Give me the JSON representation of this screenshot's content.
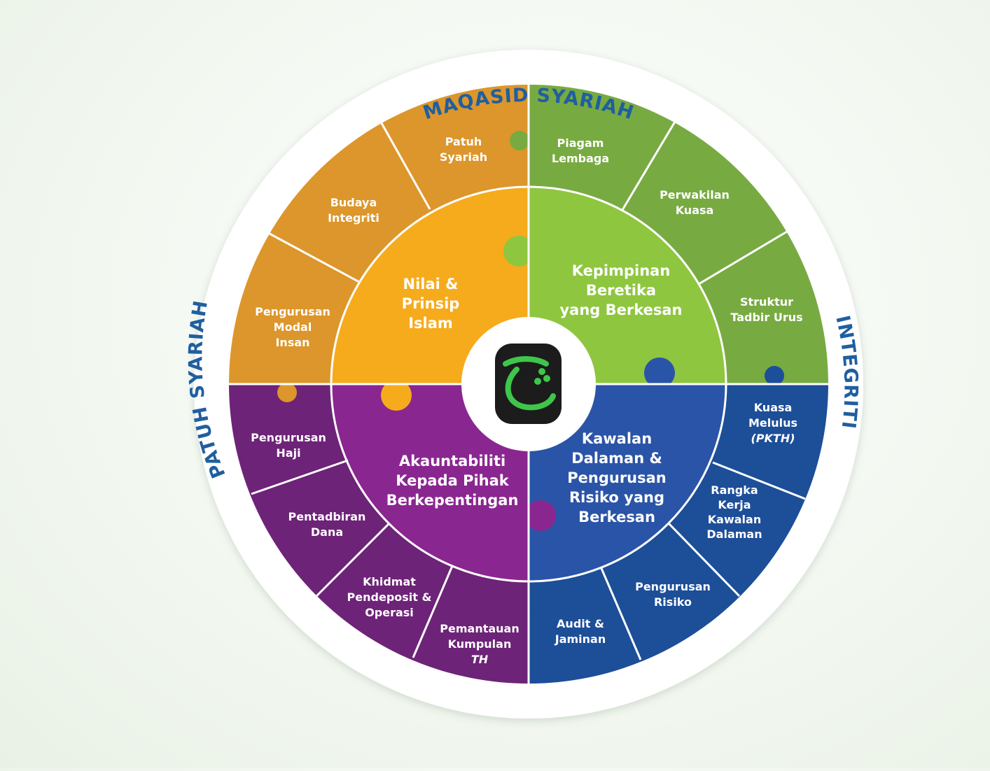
{
  "ring_labels": {
    "top": "MAQASID  SYARIAH",
    "left": "PATUH SYARIAH",
    "right": "INTEGRITI"
  },
  "colors": {
    "orange_outer": "#dc962b",
    "orange_inner": "#f6ab1d",
    "green_outer": "#78aa42",
    "green_inner": "#8ec63f",
    "blue_outer": "#1d4e98",
    "blue_inner": "#2a54a7",
    "purple_outer": "#6d2377",
    "purple_inner": "#8a2690",
    "ring_text": "#1f5fa0"
  },
  "center_icon": "tabung-haji-logo",
  "quadrants": {
    "orange": {
      "inner": [
        "Nilai &",
        "Prinsip",
        "Islam"
      ],
      "outer": [
        [
          "Patuh",
          "Syariah"
        ],
        [
          "Budaya",
          "Integriti"
        ],
        [
          "Pengurusan",
          "Modal",
          "Insan"
        ]
      ]
    },
    "green": {
      "inner": [
        "Kepimpinan",
        "Beretika",
        "yang Berkesan"
      ],
      "outer": [
        [
          "Piagam",
          "Lembaga"
        ],
        [
          "Perwakilan",
          "Kuasa"
        ],
        [
          "Struktur",
          "Tadbir Urus"
        ]
      ]
    },
    "blue": {
      "inner": [
        "Kawalan",
        "Dalaman &",
        "Pengurusan",
        "Risiko yang",
        "Berkesan"
      ],
      "outer": [
        [
          "Kuasa",
          "Melulus",
          "(PKTH)"
        ],
        [
          "Rangka",
          "Kerja",
          "Kawalan",
          "Dalaman"
        ],
        [
          "Pengurusan",
          "Risiko"
        ],
        [
          "Audit &",
          "Jaminan"
        ]
      ]
    },
    "purple": {
      "inner": [
        "Akauntabiliti",
        "Kepada Pihak",
        "Berkepentingan"
      ],
      "outer": [
        [
          "Pengurusan",
          "Haji"
        ],
        [
          "Pentadbiran",
          "Dana"
        ],
        [
          "Khidmat",
          "Pendeposit &",
          "Operasi"
        ],
        [
          "Pemantauan",
          "Kumpulan",
          "TH"
        ]
      ]
    }
  }
}
